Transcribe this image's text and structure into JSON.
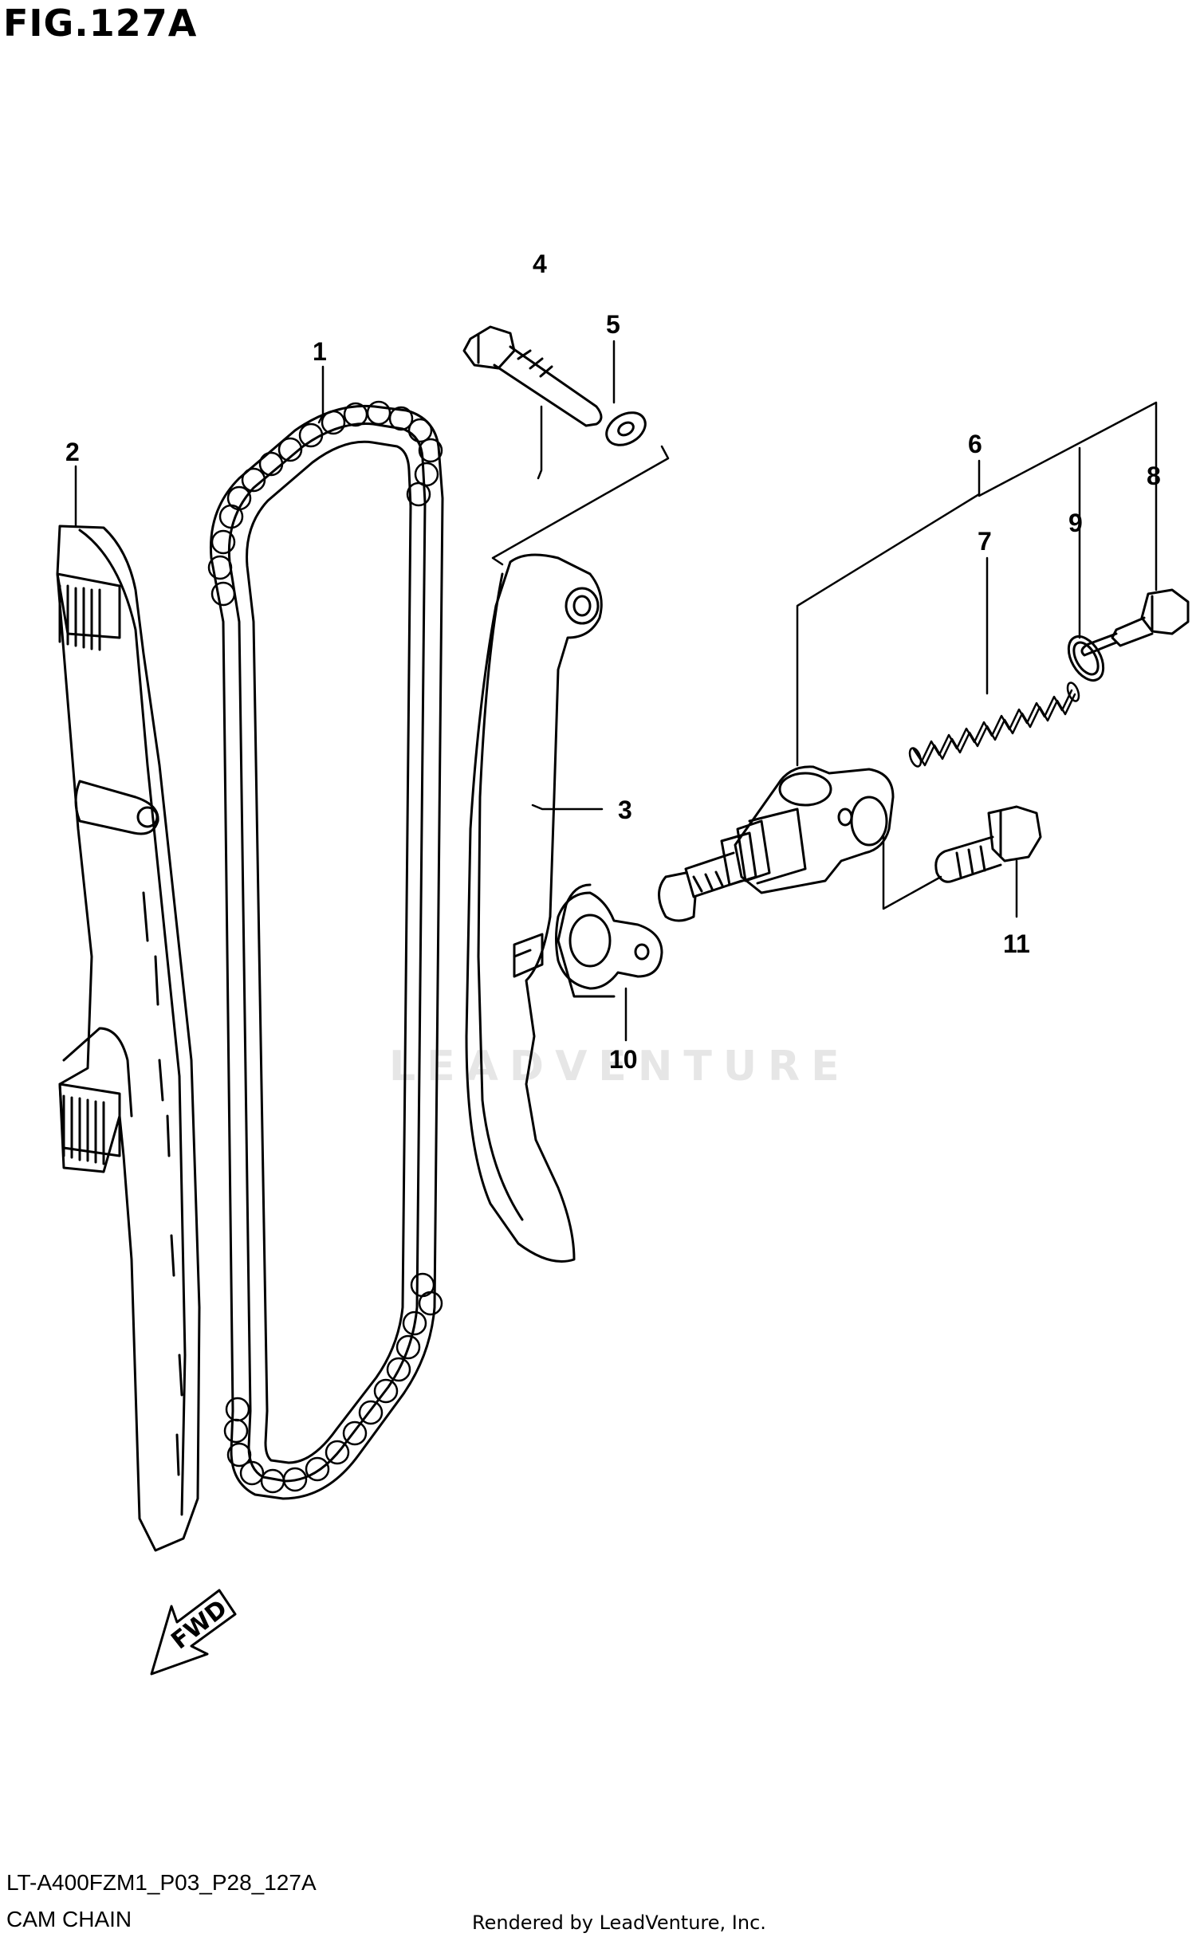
{
  "figure": {
    "title": "FIG.127A",
    "code": "LT-A400FZM1_P03_P28_127A",
    "name": "CAM CHAIN",
    "rendered_by": "Rendered by LeadVenture, Inc.",
    "watermark": "LEADVENTURE"
  },
  "direction_indicator": {
    "label": "FWD"
  },
  "callouts": [
    "1",
    "2",
    "3",
    "4",
    "5",
    "6",
    "7",
    "8",
    "9",
    "10",
    "11"
  ],
  "parts": [
    {
      "ref": "1",
      "icon": "cam-chain-icon"
    },
    {
      "ref": "2",
      "icon": "chain-guide-icon"
    },
    {
      "ref": "3",
      "icon": "tensioner-arm-icon"
    },
    {
      "ref": "4",
      "icon": "pivot-bolt-icon"
    },
    {
      "ref": "5",
      "icon": "washer-icon"
    },
    {
      "ref": "6",
      "icon": "tensioner-adjuster-icon"
    },
    {
      "ref": "7",
      "icon": "spring-icon"
    },
    {
      "ref": "8",
      "icon": "cap-bolt-icon"
    },
    {
      "ref": "9",
      "icon": "gasket-ring-icon"
    },
    {
      "ref": "10",
      "icon": "gasket-icon"
    },
    {
      "ref": "11",
      "icon": "bolt-icon"
    }
  ]
}
